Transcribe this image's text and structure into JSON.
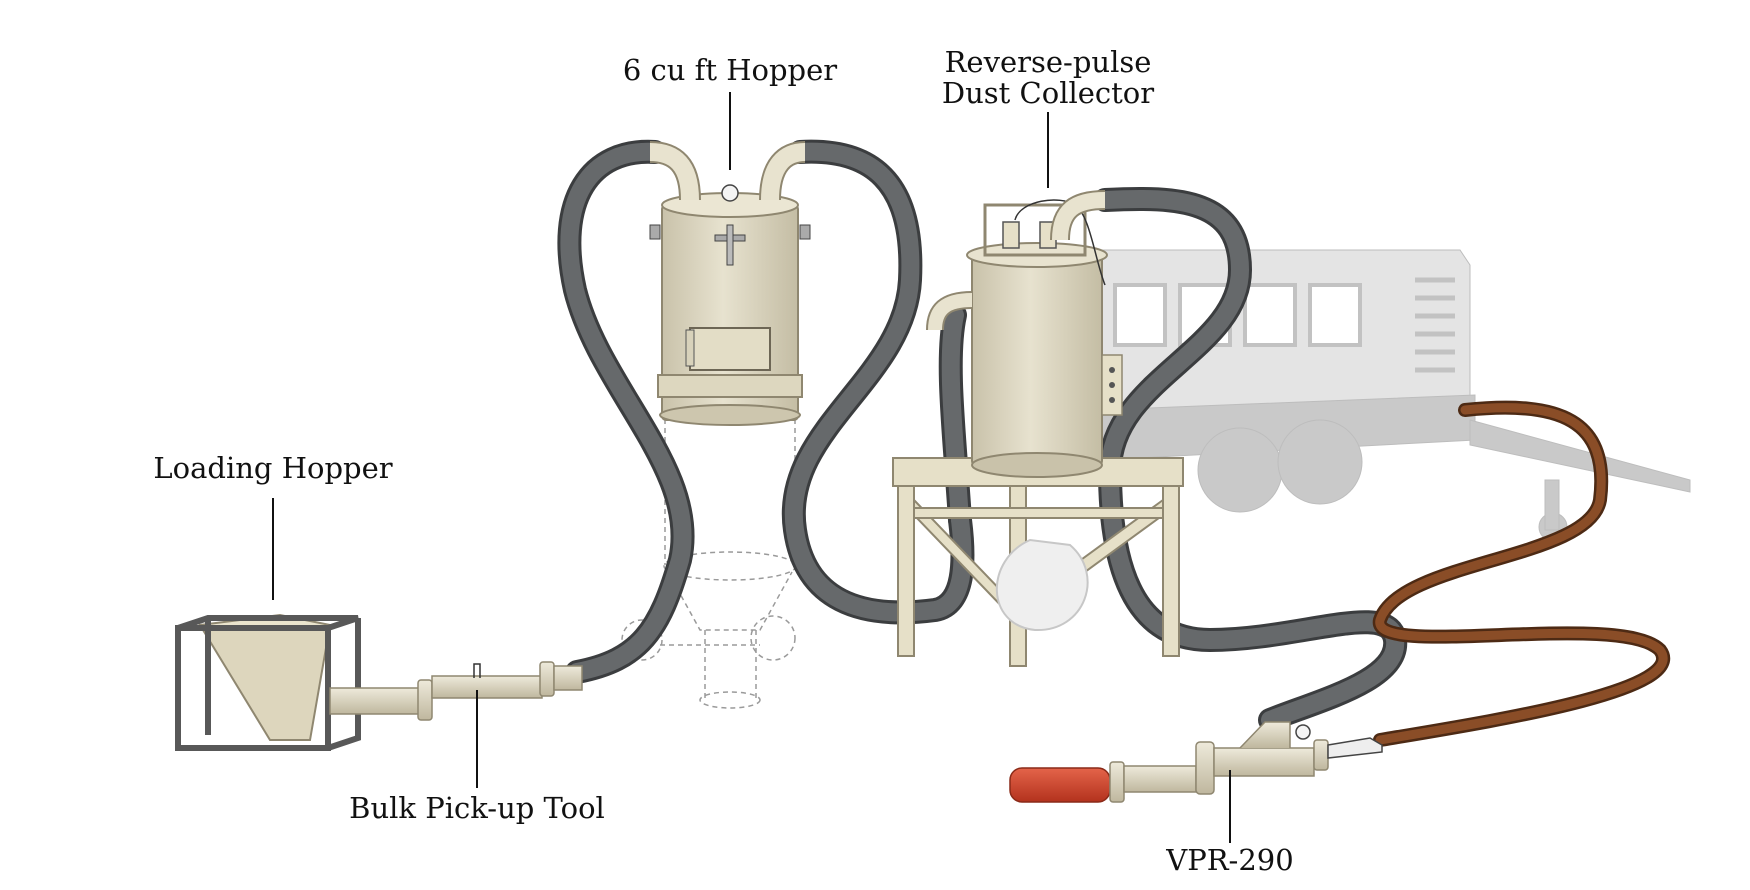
{
  "labels": {
    "hopper": "6 cu ft Hopper",
    "collector_line1": "Reverse-pulse",
    "collector_line2": "Dust Collector",
    "loading_hopper": "Loading Hopper",
    "pickup_tool": "Bulk Pick-up Tool",
    "vpr": "VPR-290"
  },
  "colors": {
    "hose_gray": "#5f6163",
    "hose_brown": "#7b4422",
    "tank_beige": "#ddd8c3",
    "tank_shadow": "#bdb6a0",
    "nozzle_red": "#d2422a",
    "truck_gray": "#c7c7c7"
  }
}
